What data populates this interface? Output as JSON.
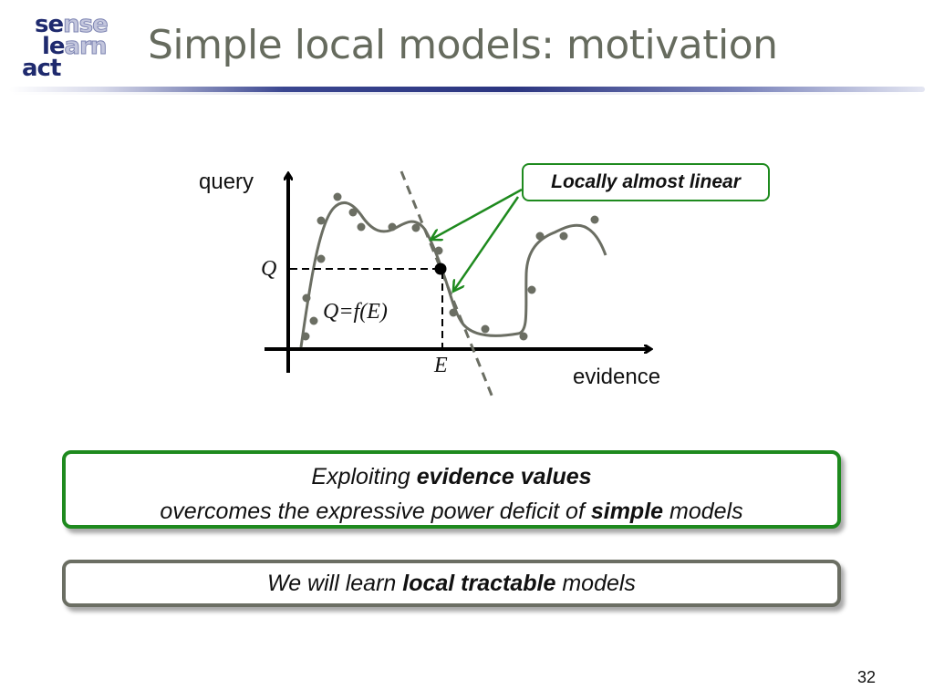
{
  "logo": {
    "line1": {
      "hi": "se",
      "lo": "nse"
    },
    "line2": {
      "hi": "le",
      "lo": "arn"
    },
    "line3": {
      "hi": "act",
      "lo": ""
    }
  },
  "title": "Simple local models: motivation",
  "diagram": {
    "y_axis_label": "query",
    "x_axis_label": "evidence",
    "q_label": "Q",
    "e_label": "E",
    "function_label": "Q=f(E)",
    "callout": "Locally almost linear",
    "colors": {
      "curve": "#6b6e63",
      "callout_border": "#1e8a1e",
      "arrow": "#1e8a1e",
      "axis": "#000000"
    }
  },
  "box1": {
    "line1_pre": "Exploiting ",
    "line1_bold": "evidence values",
    "line2_pre": "overcomes the expressive power deficit of ",
    "line2_bold": "simple",
    "line2_post": " models"
  },
  "box2": {
    "pre": "We will learn ",
    "bold": "local tractable",
    "post": " models"
  },
  "page_number": "32"
}
